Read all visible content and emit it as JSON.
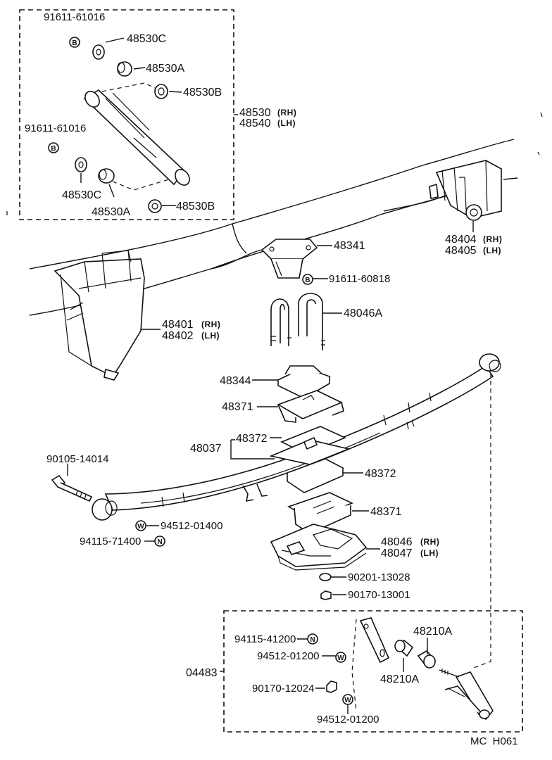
{
  "parts": {
    "shock_bolt_top": "91611-61016",
    "bushing_c_top": "48530C",
    "bushing_a_top": "48530A",
    "bushing_b_top": "48530B",
    "shock_assy_rh": "48530",
    "shock_assy_lh": "48540",
    "shock_bolt_mid": "91611-61016",
    "bushing_c_bottom": "48530C",
    "bushing_a_bottom": "48530A",
    "bushing_b_bottom": "48530B",
    "rear_bracket_rh": "48404",
    "rear_bracket_lh": "48405",
    "bumper": "48341",
    "bumper_bolt": "91611-60818",
    "u_bolt": "48046A",
    "front_hanger_rh": "48401",
    "front_hanger_lh": "48402",
    "spacer_48344": "48344",
    "retainer_upper": "48371",
    "clip_upper": "48372",
    "insulator_set": "48037",
    "front_bolt": "90105-14014",
    "clip_lower": "48372",
    "retainer_lower": "48371",
    "front_washer": "94512-01400",
    "front_nut": "94115-71400",
    "spring_seat_rh": "48046",
    "spring_seat_lh": "48047",
    "seat_washer": "90201-13028",
    "seat_nut": "90170-13001",
    "shackle_nut": "94115-41200",
    "shackle_bush_top": "48210A",
    "shackle_washer_a": "94512-01200",
    "shackle_kit": "04483",
    "shackle_bush_bottom": "48210A",
    "shackle_nut_b": "90170-12024",
    "shackle_washer_b": "94512-01200"
  },
  "side_labels": {
    "rh": "(RH)",
    "lh": "(LH)"
  },
  "symbols": {
    "bolt": "B",
    "washer": "W",
    "nut": "N"
  },
  "footer": {
    "code": "MC  H061"
  }
}
